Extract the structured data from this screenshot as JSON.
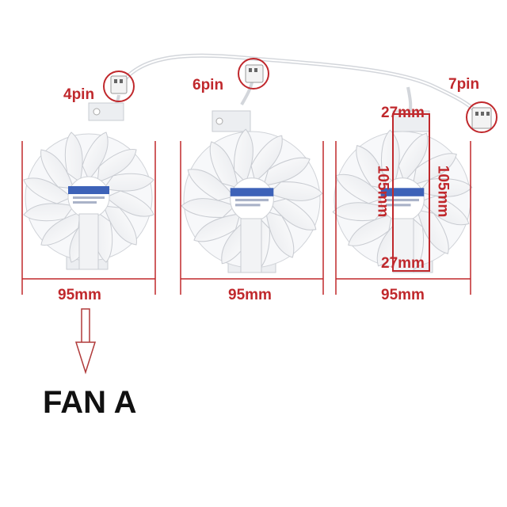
{
  "labels": {
    "pin4": "4pin",
    "pin6": "6pin",
    "pin7": "7pin",
    "width_a": "95mm",
    "width_b": "95mm",
    "width_c": "95mm",
    "height_left": "105mm",
    "height_right": "105mm",
    "hub_top": "27mm",
    "hub_bottom": "27mm"
  },
  "caption": "FAN A",
  "colors": {
    "annotation": "#c0282c",
    "caption": "#111111",
    "fan_body": "#f4f5f7",
    "fan_edge": "#c9ccd2",
    "hub_sticker": "#3d62b8",
    "arrow": "#b03a3a"
  },
  "icons": {
    "fan": "fan-icon",
    "connector": "connector-icon",
    "arrow": "arrow-down-icon"
  }
}
